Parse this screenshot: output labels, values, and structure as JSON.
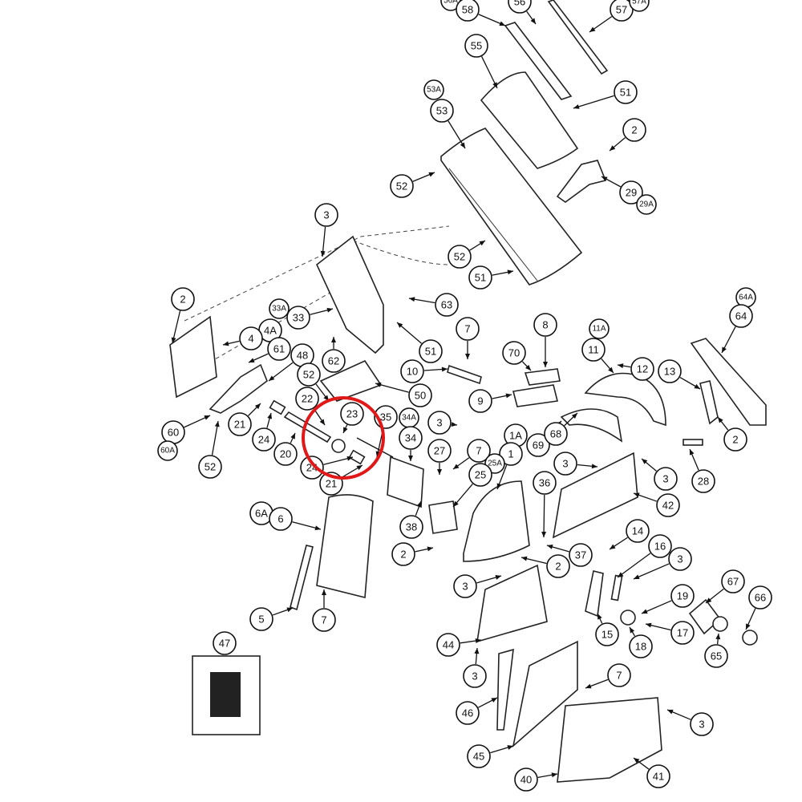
{
  "diagram": {
    "type": "exploded-parts-diagram",
    "highlight_color": "#e01818",
    "highlighted_callouts": [
      "23",
      "35",
      "22",
      "24",
      "21"
    ],
    "callouts": [
      "56A",
      "58",
      "56",
      "57",
      "57A",
      "55",
      "51",
      "53A",
      "53",
      "2",
      "52",
      "29",
      "29A",
      "3",
      "52",
      "51",
      "2",
      "63",
      "33A",
      "33",
      "4A",
      "4",
      "61",
      "7",
      "8",
      "11A",
      "11",
      "64A",
      "64",
      "51",
      "62",
      "48",
      "70",
      "10",
      "12",
      "13",
      "52",
      "50",
      "9",
      "22",
      "23",
      "35",
      "34A",
      "21",
      "24",
      "20",
      "60",
      "60A",
      "52",
      "3",
      "34",
      "69",
      "68",
      "1A",
      "1",
      "2",
      "7",
      "27",
      "25A",
      "25",
      "24",
      "21",
      "3",
      "3",
      "36",
      "28",
      "42",
      "6A",
      "6",
      "38",
      "14",
      "16",
      "2",
      "37",
      "2",
      "3",
      "67",
      "66",
      "3",
      "19",
      "5",
      "7",
      "17",
      "18",
      "15",
      "65",
      "44",
      "47",
      "3",
      "7",
      "46",
      "3",
      "45",
      "40",
      "41"
    ]
  }
}
